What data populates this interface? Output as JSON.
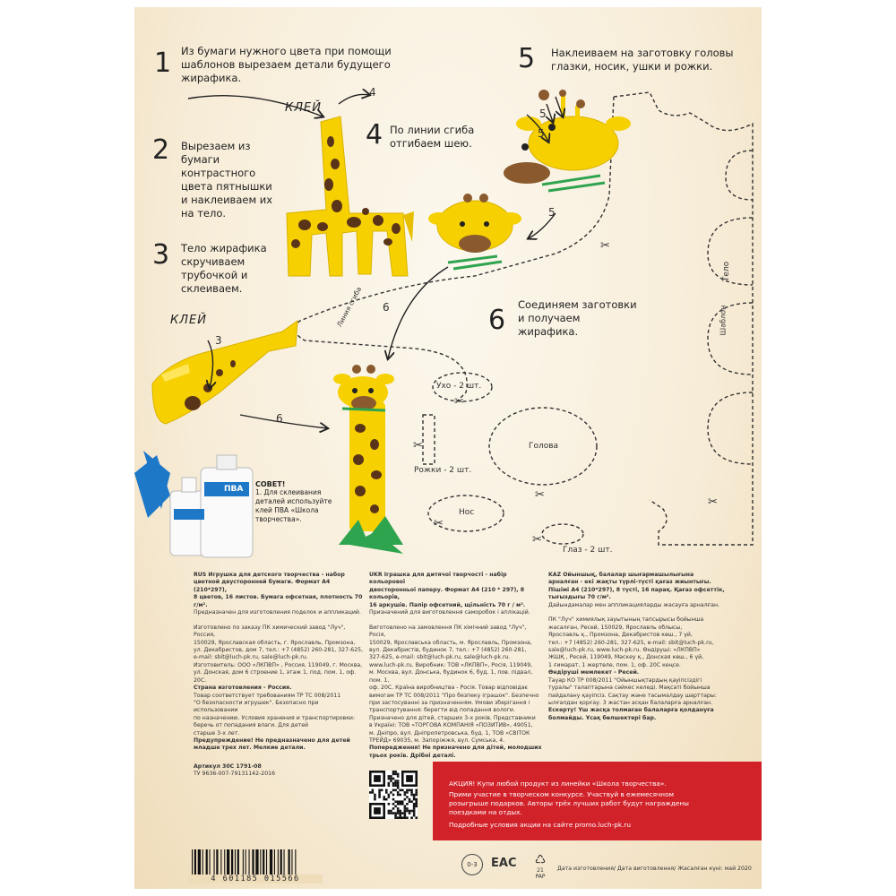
{
  "steps": [
    {
      "num": "1",
      "text": "Из бумаги нужного цвета при помощи шаблонов вырезаем детали будущего жирафика."
    },
    {
      "num": "2",
      "text": "Вырезаем из бумаги контрастного цвета пятнышки и наклеиваем их на тело."
    },
    {
      "num": "3",
      "text": "Тело жирафика скручиваем трубочкой и склеиваем."
    },
    {
      "num": "4",
      "text": "По линии сгиба отгибаем шею."
    },
    {
      "num": "5",
      "text": "Наклеиваем на заготовку головы глазки, носик, ушки и рожки."
    },
    {
      "num": "6",
      "text": "Соединяем заготовки и получаем жирафика."
    }
  ],
  "glue_label": "КЛЕЙ",
  "arrow_numbers": {
    "a4": "4",
    "a5a": "5",
    "a5b": "5",
    "a5c": "5",
    "a6a": "6",
    "a6b": "6",
    "a3": "3"
  },
  "template_labels": {
    "fold_line": "Линия сгиба",
    "body": "Тело",
    "template": "Шаблон",
    "ear": "Ухо - 2 шт.",
    "horns": "Рожки - 2 шт.",
    "head": "Голова",
    "nose": "Нос",
    "eye": "Глаз - 2 шт."
  },
  "advice": {
    "title": "СОВЕТ!",
    "text": "1. Для склеивания деталей используйте клей ПВА «Школа творчества».",
    "bottle_label": "ПВА"
  },
  "col_rus": {
    "lines": [
      "RUS  Игрушка для детского творчества - набор",
      "цветной двусторонней бумаги. Формат А4 (210*297),",
      "8 цветов, 16 листов. Бумага офсетная, плотность 70 г/м².",
      "Предназначен для изготовления поделок и аппликаций.",
      "",
      "Изготовлено по заказу ПК химический завод \"Луч\", Россия,",
      "150029, Ярославская область, г. Ярославль, Промзона,",
      "ул. Декабристов, дом 7, тел.: +7 (4852) 260-281, 327-625,",
      "e-mail: sbit@luch-pk.ru, sale@luch-pk.ru.",
      "Изготовитель: ООО «ЛКПВП» , Россия, 119049, г. Москва,",
      "ул. Донская, дом 6 строение 1, этаж 1, под. пом. 1, оф. 20С.",
      "Страна изготовления - Россия.",
      "Товар соответствует требованиям ТР ТС 008/2011",
      "\"О безопасности игрушек\". Безопасно при использовании",
      "по назначению. Условия хранения и транспортировки:",
      "беречь от попадания влаги. Для детей",
      "старше 3-х лет.",
      "Предупреждение! Не предназначено для детей",
      "младше трех лет. Мелкие детали."
    ],
    "article": "Артикул 30С 1791-08",
    "tu": "ТУ 9636-007-79131142-2016"
  },
  "col_ukr": {
    "lines": [
      "UKR  Іграшка для дитячої творчості - набір кольорової",
      "двосторонньої паперу. Формат А4 (210 * 297), 8 кольорів,",
      "16 аркушів. Папір офсетний, щільність 70 г / м².",
      "Призначений для виготовлення саморобок і аплікацій.",
      "",
      "Виготовлено на замовлення ПК хімічний завод \"Луч\", Росія,",
      "150029, Ярославська область, м. Ярославль, Промзона,",
      "вул. Декабристів, будинок 7, тел.: +7 (4852) 260-281,",
      "327-625, e-mail: sbit@luch-pk.ru, sale@luch-pk.ru.",
      "www.luch-pk.ru. Виробник: ТОВ «ЛКПВП», Росія, 119049,",
      "м. Москва, вул. Донська, будинок 6, буд. 1, пов. підвал, пом. 1,",
      "оф. 20С. Країна виробництва - Росія. Товар відповідає",
      "вимогам ТР ТС 008/2011 \"Про безпеку іграшок\". Безпечно",
      "при застосуванні за призначенням. Умови зберігання і",
      "транспортування: берегти від попадання вологи.",
      "Призначено для дітей, старших 3-х років. Представники",
      "в Україні: ТОВ «ТОРГОВА КОМПАНІЯ «ПОЗИТИВ», 49051,",
      "м. Дніпро, вул. Дніпропетровська, буд. 1, ТОВ «СВІТОК",
      "ТРЕЙД» 69035, м. Запоріжжя, вул. Сумська, 4.",
      "Попередження! Не призначено для дітей, молодших",
      "трьох років. Дрібні деталі."
    ]
  },
  "col_kaz": {
    "lines": [
      "KAZ  Ойыншық, балалар шығармашылығына",
      "арналған - екі жақты түрлі-түсті қағаз жиынтығы.",
      "Пішімі А4 (210*297), 8 түсті, 16 парақ. Қағаз офсеттік,",
      "тығыздығы 70 г/м².",
      "Дайындамалар мен аппликацияларды жасауға арналған.",
      "",
      "ПК \"Луч\" химиялық зауытының тапсырысы бойынша",
      "жасалған, Ресей, 150029, Ярославль облысы,",
      "Ярославль қ., Промзона, Декабристов көш., 7 үй,",
      "тел.: +7 (4852) 260-281, 327-625, e-mail: sbit@luch-pk.ru,",
      "sale@luch-pk.ru, www.luch-pk.ru. Өндіруші: «ЛКПВП»",
      "ЖШҚ , Ресей, 119049, Мәскеу қ., Донская көш., 6 үй,",
      "1 ғимарат, 1 жертөле, пом. 1, оф. 20С кеңсе.",
      "Өндіруші мемлекет - Ресей.",
      "Тауар КО ТР 008/2011 \"Ойыншықтардың қауіпсіздігі",
      "туралы\" талаптарына сәйкес келеді. Мақсаті бойынша",
      "пайдалану қауіпсіз. Сақтау және тасымалдау шарттары:",
      "ылғалдан қорғау. 3 жастан асқан балаларға арналған.",
      "Ескерту! Үш жасқа толмаған балаларға қолдануға",
      "болмайды. Ұсақ бөлшектері бар."
    ]
  },
  "promo": {
    "lines": [
      "АКЦИЯ!  Купи любой продукт из линейки «Школа творчества».",
      "Прими участие в творческом конкурсе. Участвуй в ежемесячном",
      "розыгрыше подарков. Авторы трёх лучших работ будут награждены",
      "поездками на отдых.",
      "Подробные условия  акции на сайте promo.luch-pk.ru"
    ]
  },
  "barcode": "4 601185 015566",
  "cert_marks": {
    "age": "0-3",
    "eac": "EAC",
    "pap": "21",
    "pap_text": "PAP"
  },
  "production_date": "Дата изготовления/ Дата виготовлення/ Жасалған күні: май 2020",
  "colors": {
    "giraffe": "#f6d000",
    "spot": "#5a3418",
    "nose": "#8a5a2e",
    "grass": "#2fa44f",
    "promo": "#d1222a",
    "blue": "#1e78c8"
  }
}
